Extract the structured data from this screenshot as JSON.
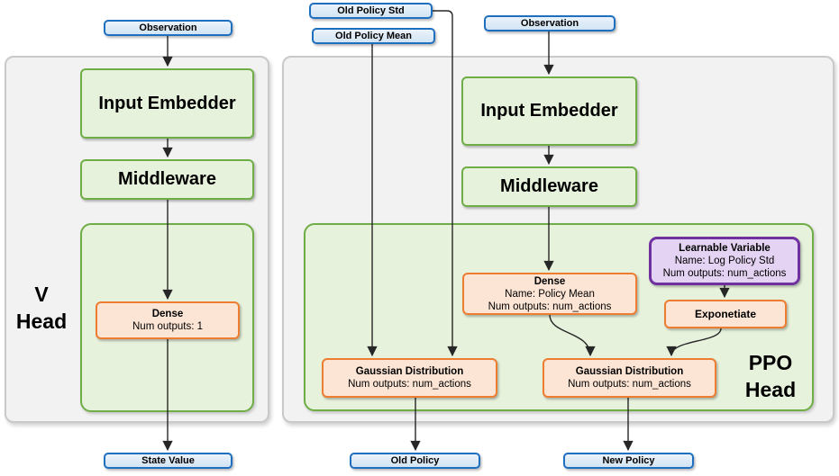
{
  "colors": {
    "blue_border": "#1E6FC0",
    "blue_fill": "#D2E4F4",
    "green_border": "#6FAD47",
    "green_fill": "#E7F2DC",
    "orange_border": "#ED7D31",
    "orange_fill": "#FCE5D5",
    "purple_border": "#7030A0",
    "purple_fill": "#E4D3F2",
    "panel_fill": "#F2F2F2",
    "arrow": "#262626"
  },
  "v_head": {
    "title_line1": "V",
    "title_line2": "Head",
    "observation_label": "Observation",
    "input_embedder_label": "Input Embedder",
    "middleware_label": "Middleware",
    "dense": {
      "title": "Dense",
      "num_outputs": "Num outputs: 1"
    },
    "state_value_label": "State Value"
  },
  "ppo_head": {
    "title_line1": "PPO",
    "title_line2": "Head",
    "old_policy_std_label": "Old Policy Std",
    "old_policy_mean_label": "Old Policy Mean",
    "observation_label": "Observation",
    "input_embedder_label": "Input Embedder",
    "middleware_label": "Middleware",
    "dense": {
      "title": "Dense",
      "name": "Name: Policy Mean",
      "num_outputs": "Num outputs: num_actions"
    },
    "learnable_variable": {
      "title": "Learnable Variable",
      "name": "Name: Log Policy Std",
      "num_outputs": "Num outputs: num_actions"
    },
    "exponetiate_label": "Exponetiate",
    "gaussian_old": {
      "title": "Gaussian Distribution",
      "num_outputs": "Num outputs: num_actions"
    },
    "gaussian_new": {
      "title": "Gaussian Distribution",
      "num_outputs": "Num outputs: num_actions"
    },
    "old_policy_label": "Old Policy",
    "new_policy_label": "New Policy"
  }
}
